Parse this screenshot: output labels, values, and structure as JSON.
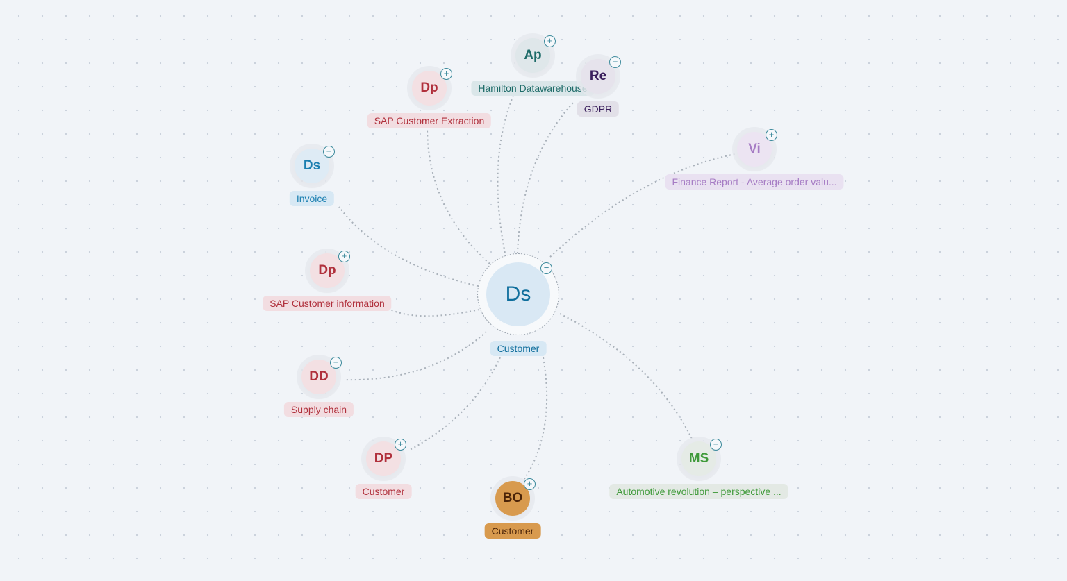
{
  "center": {
    "initials": "Ds",
    "label": "Customer",
    "toggle": "−",
    "color": "#0f6e9c"
  },
  "nodes": [
    {
      "initials": "Ap",
      "label": "Hamilton Datawarehouse",
      "color": "#1d6b68",
      "bg": "#dfe7ea",
      "labelBg": "#dae6e9"
    },
    {
      "initials": "Re",
      "label": "GDPR",
      "color": "#3a1f5c",
      "bg": "#e6e3ec",
      "labelBg": "#e2e0e8"
    },
    {
      "initials": "Dp",
      "label": "SAP Customer Extraction",
      "color": "#b0303c",
      "bg": "#f3e0e3",
      "labelBg": "#f2dde1"
    },
    {
      "initials": "Ds",
      "label": "Invoice",
      "color": "#1b7fb0",
      "bg": "#deebf5",
      "labelBg": "#d7e8f4"
    },
    {
      "initials": "Vi",
      "label": "Finance Report - Average order valu...",
      "color": "#a67cc4",
      "bg": "#ece4f2",
      "labelBg": "#e9e1f1"
    },
    {
      "initials": "Dp",
      "label": "SAP Customer information",
      "color": "#b0303c",
      "bg": "#f3e0e3",
      "labelBg": "#f2dde1"
    },
    {
      "initials": "DD",
      "label": "Supply chain",
      "color": "#b0303c",
      "bg": "#f3e0e3",
      "labelBg": "#f2dde1"
    },
    {
      "initials": "DP",
      "label": "Customer",
      "color": "#b0303c",
      "bg": "#f3e0e3",
      "labelBg": "#f2dde1"
    },
    {
      "initials": "BO",
      "label": "Customer",
      "color": "#4a2308",
      "bg": "#d89a4e",
      "labelBg": "#d89a4e"
    },
    {
      "initials": "MS",
      "label": "Automotive revolution – perspective ...",
      "color": "#3f9a3a",
      "bg": "#e5ebe6",
      "labelBg": "#e3e9e4"
    }
  ],
  "expand_symbol": "+"
}
